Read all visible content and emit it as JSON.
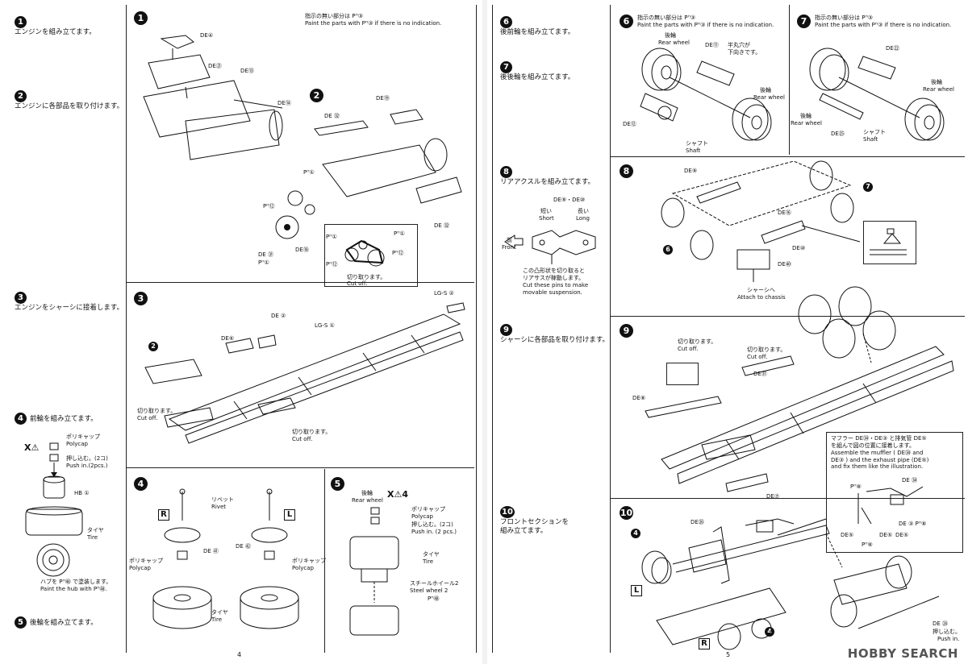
{
  "left": {
    "steps": [
      {
        "n": "1",
        "text": "エンジンを組み立てます。"
      },
      {
        "n": "2",
        "text": "エンジンに各部品を取り付けます。"
      },
      {
        "n": "3",
        "text": "エンジンをシャーシに接着します。"
      },
      {
        "n": "4",
        "text": "前輪を組み立てます。"
      },
      {
        "n": "5",
        "text": "後輪を組み立てます。"
      }
    ],
    "fig1": {
      "n": "1",
      "labels": [
        "DE④",
        "DE㉑",
        "DE⑬",
        "DE⑭"
      ],
      "note_jp": "指示の無い部分は Pᴴ③",
      "note_en": "Paint the parts with Pᴴ③ if there is no indication."
    },
    "fig2": {
      "n": "2",
      "labels": [
        "DE ㉜",
        "DE⑲",
        "Pᴴ①",
        "Pᴴ⑫",
        "DE ㉛",
        "Pᴴ①",
        "DE⑱",
        "DE ㉜",
        "Pᴴ①",
        "Pᴴ①",
        "Pᴴ⑫",
        "Pᴴ⑫"
      ],
      "cut_jp": "切り取ります。",
      "cut_en": "Cut off."
    },
    "fig3": {
      "n": "3",
      "labels": [
        "LG-S ②",
        "DE ②",
        "LG-S ①",
        "DE⑥",
        "2"
      ],
      "cut1_jp": "切り取ります。",
      "cut1_en": "Cut off.",
      "cut2_jp": "切り取ります。",
      "cut2_en": "Cut off."
    },
    "fig4": {
      "n": "4",
      "rivet_jp": "リベット",
      "rivet_en": "Rivet",
      "R": "R",
      "L": "L",
      "de41": "DE ㊶",
      "de42": "DE ㊷",
      "polycap_jp": "ポリキャップ",
      "polycap_en": "Polycap",
      "tire_jp": "タイヤ",
      "tire_en": "Tire"
    },
    "fig5": {
      "n": "5",
      "rear_jp": "後輪",
      "rear_en": "Rear wheel",
      "x4": "X⚠4",
      "polycap_jp": "ポリキャップ",
      "polycap_en": "Polycap",
      "push_jp": "押し込む。(2コ)",
      "push_en": "Push in. (2 pcs.)",
      "tire_jp": "タイヤ",
      "tire_en": "Tire",
      "steel_jp": "スチールホイール2",
      "steel_en": "Steel wheel 2",
      "steel_paint": "Pᴴ㊽"
    },
    "step4": {
      "x2": "X⚠",
      "polycap_jp": "ポリキャップ",
      "polycap_en": "Polycap",
      "push_jp": "押し込む。(2コ)",
      "push_en": "Push in.(2pcs.)",
      "hb": "HB ①",
      "tire_jp": "タイヤ",
      "tire_en": "Tire",
      "hub_jp": "ハブを Pᴴ㊽ で塗装します。",
      "hub_en": "Paint the hub with Pᴴ㊽."
    },
    "page_number": "4"
  },
  "right": {
    "steps": [
      {
        "n": "6",
        "text": "後前輪を組み立てます。"
      },
      {
        "n": "7",
        "text": "後後輪を組み立てます。"
      },
      {
        "n": "8",
        "text": "リアアクスルを組み立てます。"
      },
      {
        "n": "9",
        "text": "シャーシに各部品を取り付けます。"
      },
      {
        "n": "10",
        "text": "フロントセクションを\n組み立てます。"
      }
    ],
    "fig6": {
      "n": "6",
      "note_jp": "指示の無い部分は Pᴴ③",
      "note_en": "Paint the parts with Pᴴ③ if there is no indication.",
      "rear1_jp": "後輪",
      "rear1_en": "Rear wheel",
      "de11": "DE⑪",
      "hole_jp": "半丸穴が\n下向きです。",
      "rear2_jp": "後輪",
      "rear2_en": "Rear wheel",
      "de12": "DE⑫",
      "shaft_jp": "シャフト",
      "shaft_en": "Shaft"
    },
    "fig7": {
      "n": "7",
      "note_jp": "指示の無い部分は Pᴴ③",
      "note_en": "Paint the parts with Pᴴ③ if there is no indication.",
      "de22": "DE㉒",
      "rear1_jp": "後輪",
      "rear1_en": "Rear wheel",
      "rear2_jp": "後輪",
      "rear2_en": "Rear wheel",
      "de25": "DE㉕",
      "shaft_jp": "シャフト",
      "shaft_en": "Shaft"
    },
    "step8": {
      "parts": "DE⑨・DE⑩",
      "short_jp": "短い",
      "short_en": "Short",
      "long_jp": "長い",
      "long_en": "Long",
      "front_jp": "前",
      "front_en": "Front",
      "cut_jp": "この凸形状を切り取ると\nリアサスが稼動します。",
      "cut_en": "Cut these pins to make\nmovable suspension."
    },
    "fig8": {
      "n": "8",
      "de9": "DE⑨",
      "de16": "DE⑯",
      "de10": "DE⑩",
      "de40": "DE㊵",
      "six": "6",
      "seven": "7",
      "chassis_jp": "シャーシへ",
      "chassis_en": "Attach to chassis"
    },
    "fig9": {
      "n": "9",
      "cut1_jp": "切り取ります。",
      "cut1_en": "Cut off.",
      "cut2_jp": "切り取ります。",
      "cut2_en": "Cut off.",
      "de37": "DE㊲",
      "de8": "DE⑧",
      "de7": "DE⑦",
      "muffler_jp": "マフラー DE㉞・DE③ と排気管 DE⑤\nを組んで図の位置に接着します。",
      "muffler_en": "Assemble the muffler ( DE㉞ and\nDE③ ) and the exhaust pipe (DE⑤)\nand fix them like the illustration."
    },
    "fig10": {
      "n": "10",
      "de26": "DE㉖",
      "four1": "4",
      "four2": "4",
      "L": "L",
      "R": "R",
      "de34": "DE ㉞",
      "ph8a": "Pᴴ⑧",
      "de5a": "DE⑤",
      "de5b": "DE⑤",
      "de5c": "DE⑤",
      "de3": "DE ③ Pᴴ⑧",
      "ph8b": "Pᴴ⑧",
      "de24": "DE ㉔",
      "push_jp": "押し込む。",
      "push_en": "Push in."
    },
    "page_number": "5"
  },
  "watermark": "HOBBY SEARCH"
}
